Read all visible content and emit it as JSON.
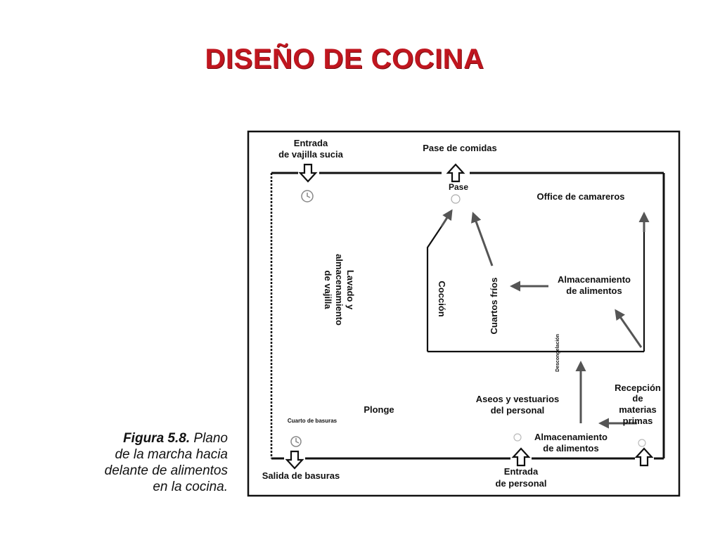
{
  "slide": {
    "title": "DISEÑO DE COCINA"
  },
  "caption": {
    "figure": "Figura 5.8.",
    "lines": [
      "Plano",
      "de la marcha hacia",
      "delante de alimentos",
      "en la cocina."
    ]
  },
  "plan": {
    "labels": {
      "entrada_vajilla_1": "Entrada",
      "entrada_vajilla_2": "de vajilla sucia",
      "pase_comidas": "Pase de comidas",
      "pase": "Pase",
      "office": "Office de camareros",
      "lavado_1": "Lavado y",
      "lavado_2": "almacenamiento",
      "lavado_3": "de vajilla",
      "coccion": "Cocción",
      "cuartos_frios": "Cuartos fríos",
      "almacen_top_1": "Almacenamiento",
      "almacen_top_2": "de alimentos",
      "descongelacion": "Descongelación",
      "recepcion_1": "Recepción",
      "recepcion_2": "de",
      "recepcion_3": "materias",
      "recepcion_4": "primas",
      "aseos_1": "Aseos y vestuarios",
      "aseos_2": "del personal",
      "plonge": "Plonge",
      "cuarto_basuras": "Cuarto de basuras",
      "almacen_bottom_1": "Almacenamiento",
      "almacen_bottom_2": "de alimentos",
      "salida_basuras": "Salida de basuras",
      "entrada_personal_1": "Entrada",
      "entrada_personal_2": "de personal"
    },
    "colors": {
      "line": "#111111",
      "arrow": "#555555",
      "title": "#c0161f"
    },
    "icons": [
      "clock-icon",
      "open-arrow-icon",
      "filled-arrow-icon"
    ]
  }
}
